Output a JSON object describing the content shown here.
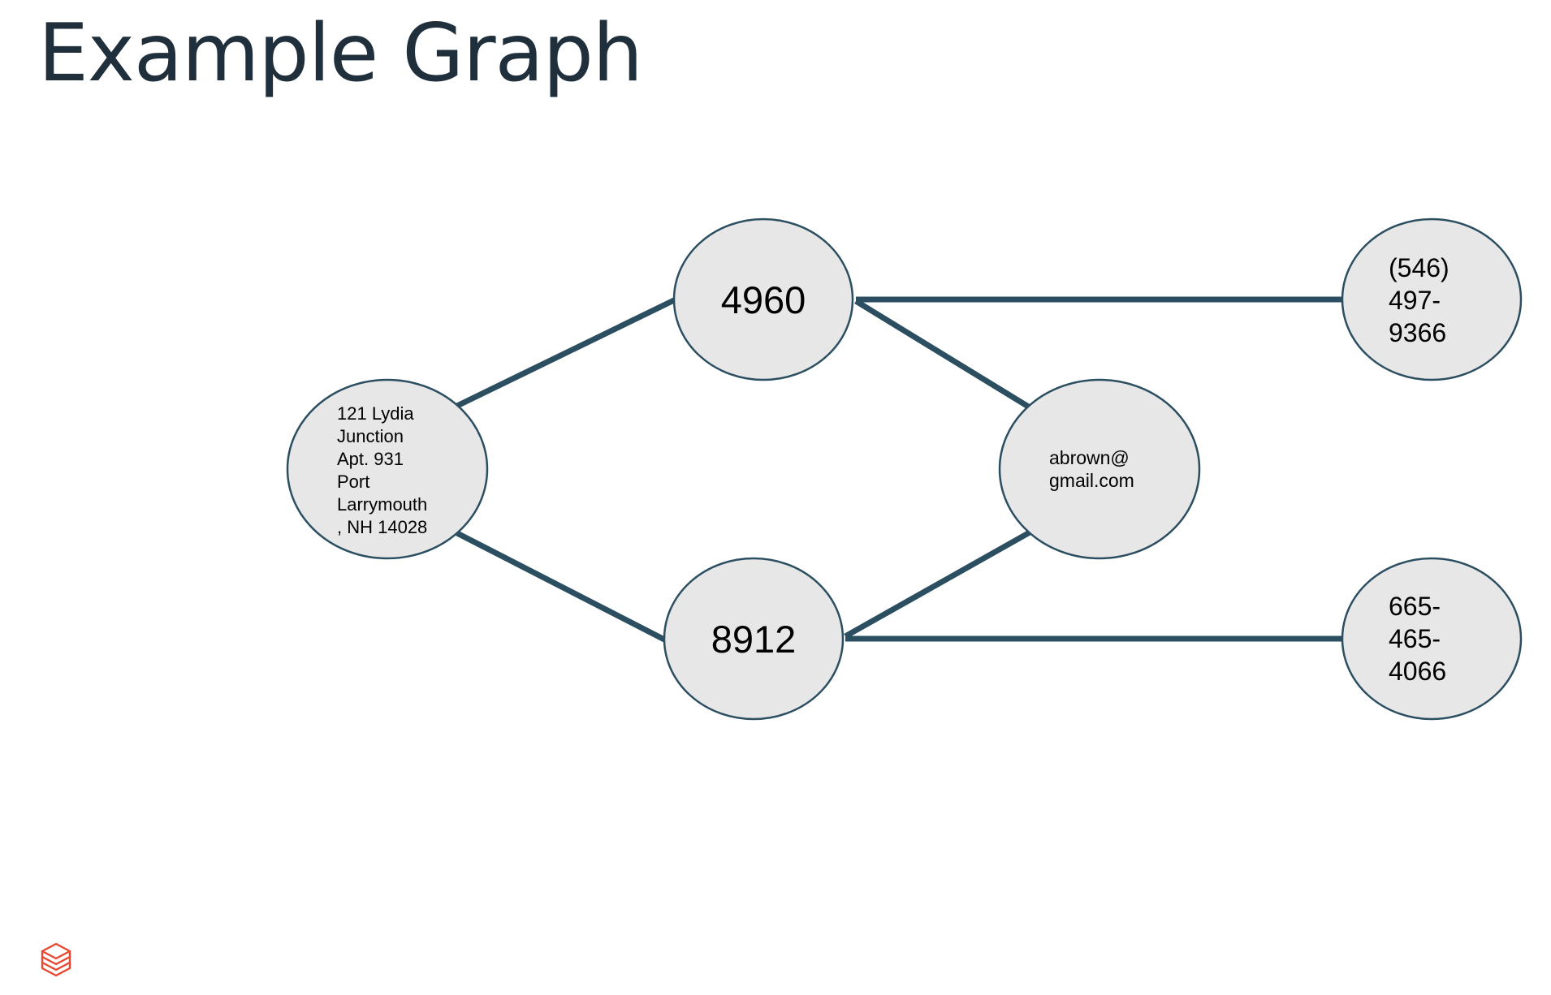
{
  "title": "Example Graph",
  "colors": {
    "title": "#1f2f3b",
    "edge": "#2b4f61",
    "node_fill": "#e7e7e7",
    "node_stroke": "#2b4f61",
    "logo": "#e8472f"
  },
  "nodes": [
    {
      "id": "address",
      "lines": [
        "121 Lydia",
        "Junction",
        "Apt. 931",
        "Port",
        "Larrymouth",
        ", NH 14028"
      ]
    },
    {
      "id": "id-4960",
      "lines": [
        "4960"
      ]
    },
    {
      "id": "id-8912",
      "lines": [
        "8912"
      ]
    },
    {
      "id": "email",
      "lines": [
        "abrown@",
        "gmail.com"
      ]
    },
    {
      "id": "phone-1",
      "lines": [
        "(546)",
        "497-",
        "9366"
      ]
    },
    {
      "id": "phone-2",
      "lines": [
        "665-",
        "465-",
        "4066"
      ]
    }
  ],
  "edges": [
    {
      "from": "address",
      "to": "id-4960"
    },
    {
      "from": "address",
      "to": "id-8912"
    },
    {
      "from": "id-4960",
      "to": "phone-1"
    },
    {
      "from": "id-4960",
      "to": "email"
    },
    {
      "from": "id-8912",
      "to": "email"
    },
    {
      "from": "id-8912",
      "to": "phone-2"
    }
  ],
  "logo_icon": "databricks-logo-icon"
}
